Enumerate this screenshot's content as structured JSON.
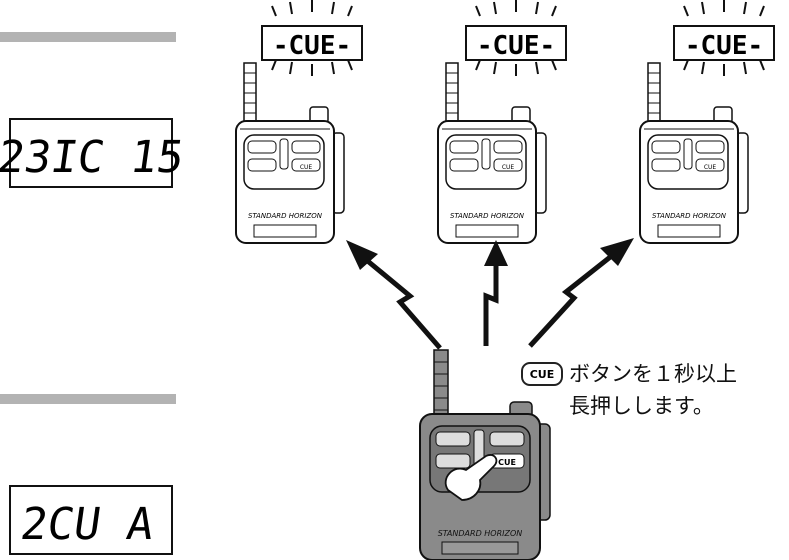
{
  "left": {
    "lcd_top": "23IC 15",
    "lcd_bottom": "2CU A"
  },
  "radios": {
    "flash_display_text": "-CUE-",
    "brand_text": "STANDARD HORIZON",
    "cue_button_label": "CUE"
  },
  "instruction": {
    "button_label": "CUE",
    "line1": "ボタンを１秒以上",
    "line2": "長押しします。"
  }
}
